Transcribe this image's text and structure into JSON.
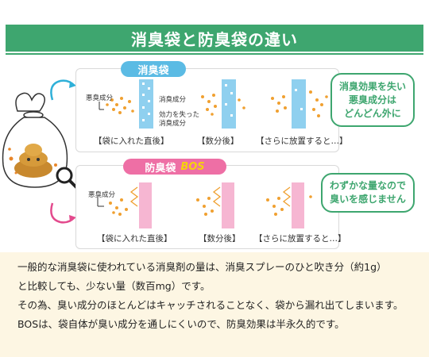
{
  "title": "消臭袋と防臭袋の違い",
  "top_panel": {
    "label": "消臭袋",
    "annotations": {
      "odor": "悪臭成分",
      "deodor": "消臭成分",
      "weakened_line1": "効力を失った",
      "weakened_line2": "消臭成分"
    },
    "captions": [
      "【袋に入れた直後】",
      "【数分後】",
      "【さらに放置すると…】"
    ],
    "bubble": [
      "消臭効果を失い",
      "悪臭成分は",
      "どんどん外に"
    ]
  },
  "bottom_panel": {
    "label": "防臭袋",
    "brand": "BOS",
    "annotations": {
      "odor": "悪臭成分"
    },
    "captions": [
      "【袋に入れた直後】",
      "【数分後】",
      "【さらに放置すると…】"
    ],
    "bubble": [
      "わずかな量なので",
      "臭いを感じません"
    ]
  },
  "paragraph": [
    "一般的な消臭袋に使われている消臭剤の量は、消臭スプレーのひと吹き分（約1g）",
    "と比較しても、少ない量（数百mg）です。",
    "その為、臭い成分のほとんどはキャッチされることなく、袋から漏れ出てしまいます。",
    "BOSは、袋自体が臭い成分を通しにくいので、防臭効果は半永久的です。"
  ],
  "colors": {
    "accent_green": "#3ea66f",
    "deodor_blue": "#5bbbe4",
    "bos_pink": "#ee6fa5",
    "bos_yellow": "#f5d20c",
    "odor_orange": "#f0a030",
    "background_cream": "#fdf6e3"
  }
}
